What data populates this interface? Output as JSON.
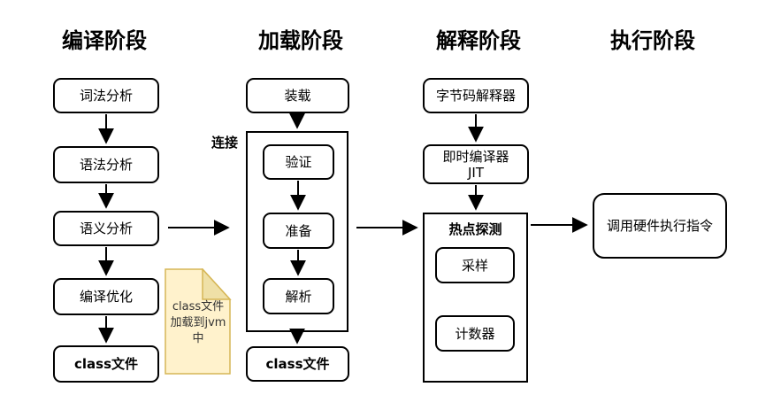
{
  "compile": {
    "title": "编译阶段",
    "boxes": [
      "词法分析",
      "语法分析",
      "语义分析",
      "编译优化",
      "class文件"
    ]
  },
  "load": {
    "title": "加载阶段",
    "load_box": "装载",
    "link_label": "连接",
    "link_boxes": [
      "验证",
      "准备",
      "解析"
    ],
    "class_file_box": "class文件"
  },
  "interpret": {
    "title": "解释阶段",
    "bytecode_interpreter_box": "字节码解释器",
    "jit_box_line1": "即时编译器",
    "jit_box_line2": "JIT",
    "hotspot_label": "热点探测",
    "hotspot_boxes": [
      "采样",
      "计数器"
    ]
  },
  "execute": {
    "title": "执行阶段",
    "box": "调用硬件执行指令"
  },
  "note": {
    "text": "class文件加载到jvm中"
  },
  "colors": {
    "box_border": "#000000",
    "arrow": "#000000",
    "text": "#000000",
    "note_fill": "#FFF2CC",
    "note_border": "#D6B656",
    "note_fold_fill": "#EFE0A7",
    "note_text": "#333333",
    "background": "#FFFFFF"
  }
}
